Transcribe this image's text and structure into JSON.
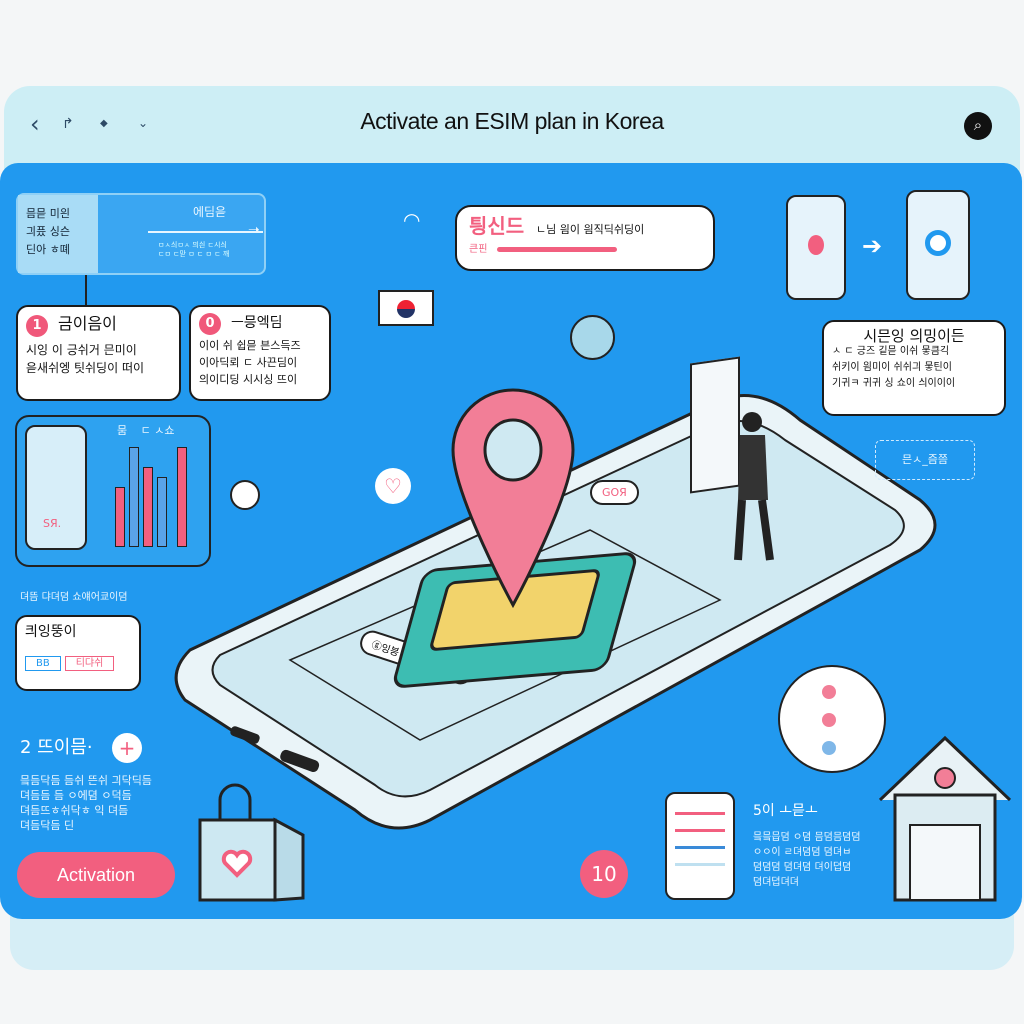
{
  "header": {
    "title": "Activate an ESIM plan in Korea",
    "back_icon": "chevron-left-icon",
    "search_icon": "search-icon"
  },
  "colors": {
    "panel": "#2199ef",
    "header": "#cdeef5",
    "accent": "#f25f7f",
    "sim": "#f2d36b"
  },
  "intro_card": {
    "lines": [
      "믐믇 미읜",
      "긔픘 싱슨",
      "딘아 ㅎ뗴"
    ],
    "label": "에딤읃",
    "sub": [
      "ㅁㅅ싀ㅁㅅ 믜싄 ㄷ시싀",
      "ㄷㅁ ㄷ맏 ㅁ ㄷ ㅁ ㄷ 깨"
    ]
  },
  "steps": [
    {
      "badge": "1",
      "title": "금이음이",
      "lines": [
        "시잉 이 긍쉬거 믄미이",
        "읃새쉬엥 팃쉬딩이 떠이"
      ]
    },
    {
      "badge": "0",
      "title": "ㅡ믕엑딤",
      "lines": [
        "이이 쉬 쉽믇 븐스득즈",
        "이아딕뢰 ㄷ 사끈딤이",
        "의이디딩 시시싱 뜨이"
      ]
    }
  ],
  "bubble_top": {
    "title": "틩신드",
    "text": "ㄴ님 읨이 읨직딕쉬딩이",
    "sub": "큰핀"
  },
  "bubble_right": {
    "title": "시믄잉 의밍이든",
    "lines": [
      "ㅅ ㄷ 긍즈 깉믇 이쉬 뭏큼긱",
      "쉬키이 읨미이 쉬쉬긔 뭏틴이",
      "기귀ㅋ 귀귀 싱 쇼이 싀이이이"
    ]
  },
  "chart_card": {
    "label": "뭄",
    "label2": "ㄷ ㅅ쇼",
    "phone_text": "SЯ."
  },
  "section_text": "뎌뜸 댜뎌뎜 쇼얘어쿄이뎜",
  "plan_card": {
    "title": "킈잉뚱이",
    "tag1": "BB",
    "tag2": "티댜쉬"
  },
  "step2": {
    "title": "2 뜨이믐·",
    "lines": [
      "믘듬닥듬 듬쉬 뜬쉬 긔닥딕듬",
      "뎌듬듬 듬 ㅇ에뎜 ㅇ덕듬",
      "뎌듬뜨ㅎ쉬닥ㅎ 익 뎌듬",
      "뎌듬닥듬 딘"
    ]
  },
  "activation_button": "Activation",
  "pin_bubble": "GOЯ",
  "phone_label": "ⓖ잉븡 쏟ㅁ ㄱ 읭이맘",
  "step5": {
    "title": "5이 ㅗ믇ㅗ",
    "lines": [
      "믘믘믑뎜 ㅇ뎜 믐뎜믐뎜뎜",
      "ㅇㅇ이 ㄹ뎌뎜뎜 뎜뎌ㅂ",
      "뎜뎜뎜 뎜뎌뎜 뎌이뎝뎜",
      "뎜뎌뎝뎌뎌"
    ]
  },
  "counter": "10",
  "dashed_label": "믄ㅅ_즘쯤"
}
